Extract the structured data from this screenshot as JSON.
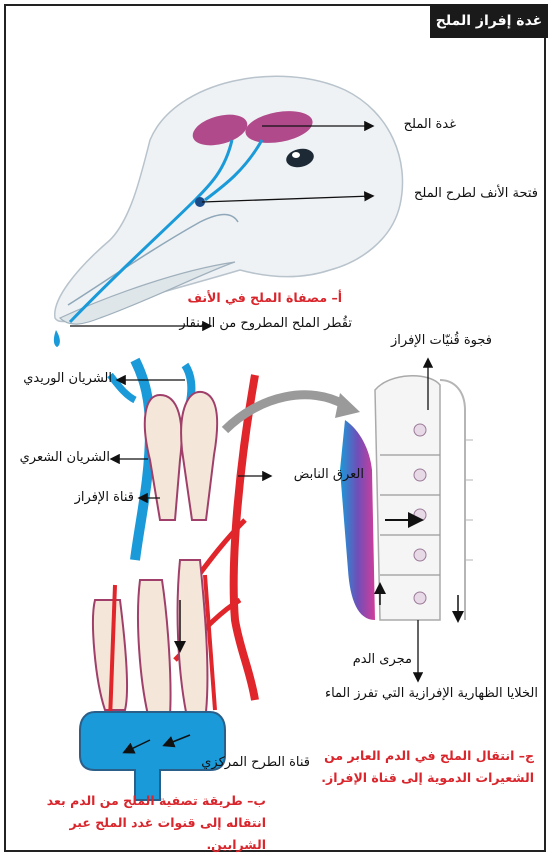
{
  "title": "غدة إفراز الملح",
  "labels": {
    "salt_gland": "غدة الملح",
    "nostril": "فتحة الأنف لطرح الملح",
    "drip": "تقُطر الملح المطروح من المنقار",
    "venous_artery": "الشريان الوريدي",
    "capillary_artery": "الشريان الشعري",
    "secretion_duct": "قناة الإفراز",
    "pulse_vein": "العرق النابض",
    "tubule_cavity": "فجوة قُنيّات الإفراز",
    "blood_flow": "مجرى الدم",
    "epithelial_cells": "الخلايا الظهارية الإفرازية التي تفرز الماء",
    "central_duct": "قناة الطرح المركزي"
  },
  "captions": {
    "a": "أ– مصفاة الملح في الأنف",
    "b": "ب– طريقة تصفية الملح من الدم بعد انتقاله إلى قنوات غدد الملح عبر الشرايين.",
    "c": "ج– انتقال الملح في الدم العابر من الشعيرات الدموية إلى قناة الإفراز."
  },
  "colors": {
    "caption_red": "#d9262c",
    "blood_red": "#e0252b",
    "blood_blue": "#1a9ad8",
    "gland_purple": "#b04a8a"
  }
}
